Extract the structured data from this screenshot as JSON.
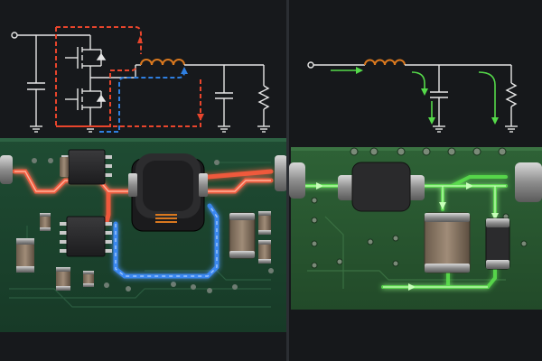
{
  "panels": [
    {
      "id": "left",
      "description_visible_text": "",
      "schematic": {
        "components": [
          "input-node",
          "high-side-mosfet",
          "low-side-mosfet",
          "input-capacitor",
          "inductor",
          "output-capacitor",
          "load-resistor",
          "ground"
        ],
        "current_paths": [
          {
            "name": "",
            "color": "#e8452c",
            "style": "dashed"
          },
          {
            "name": "",
            "color": "#2f7fe0",
            "style": "dashed"
          }
        ]
      },
      "board": {
        "color": "#1e4a30",
        "components": [
          "ic-chip-top",
          "ic-chip-bottom",
          "power-inductor",
          "ceramic-capacitor-large",
          "ceramic-capacitor-small",
          "smd-resistor-left",
          "smd-resistor-bottom"
        ],
        "glow_paths": [
          {
            "color": "#ff5a3c"
          },
          {
            "color": "#3a8cff"
          }
        ]
      }
    },
    {
      "id": "right",
      "schematic": {
        "components": [
          "input-node",
          "inductor",
          "capacitor",
          "load-resistor",
          "ground"
        ],
        "current_paths": [
          {
            "name": "",
            "color": "#55d94a",
            "style": "solid"
          }
        ]
      },
      "board": {
        "color": "#2a5a32",
        "components": [
          "wound-inductor",
          "ceramic-capacitor",
          "smd-resistor"
        ],
        "glow_paths": [
          {
            "color": "#5be04c"
          }
        ]
      }
    }
  ],
  "colors": {
    "background": "#15171a",
    "divider": "#2b2e33",
    "wire": "#e8e8e8",
    "inductor_copper": "#d9781f"
  }
}
